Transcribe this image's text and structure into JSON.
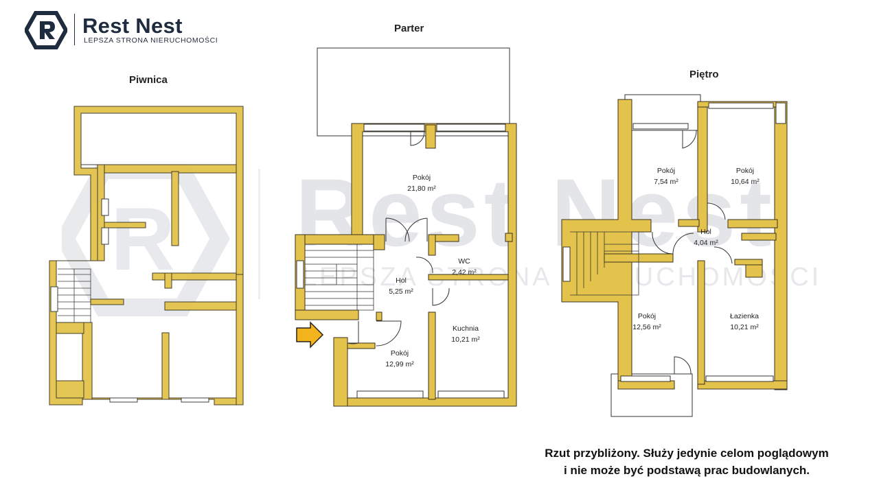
{
  "brand": {
    "name": "Rest Nest",
    "tagline": "LEPSZA STRONA NIERUCHOMOŚCI",
    "colors": {
      "navy": "#1f2b3e",
      "wall": "#e3c34c",
      "watermark": "#e6e8eb"
    }
  },
  "floors": {
    "basement": {
      "title": "Piwnica"
    },
    "ground": {
      "title": "Parter",
      "rooms": [
        {
          "name": "Pokój",
          "area": "21,80  m²"
        },
        {
          "name": "WC",
          "area": "2,42  m²"
        },
        {
          "name": "Hol",
          "area": "5,25  m²"
        },
        {
          "name": "Kuchnia",
          "area": "10,21  m²"
        },
        {
          "name": "Pokój",
          "area": "12,99  m²"
        }
      ]
    },
    "first": {
      "title": "Piętro",
      "rooms": [
        {
          "name": "Pokój",
          "area": "7,54  m²"
        },
        {
          "name": "Pokój",
          "area": "10,64 m²"
        },
        {
          "name": "Hol",
          "area": "4,04  m²"
        },
        {
          "name": "Pokój",
          "area": "12,56  m²"
        },
        {
          "name": "Łazienka",
          "area": "10,21  m²"
        }
      ]
    }
  },
  "watermark": {
    "name": "Rest Nest",
    "tagline": "LEPSZA STRONA NIERUCHOMOŚCI"
  },
  "disclaimer": {
    "line1": "Rzut przybliżony. Służy jedynie celom poglądowym",
    "line2": "i nie może być podstawą prac budowlanych."
  }
}
